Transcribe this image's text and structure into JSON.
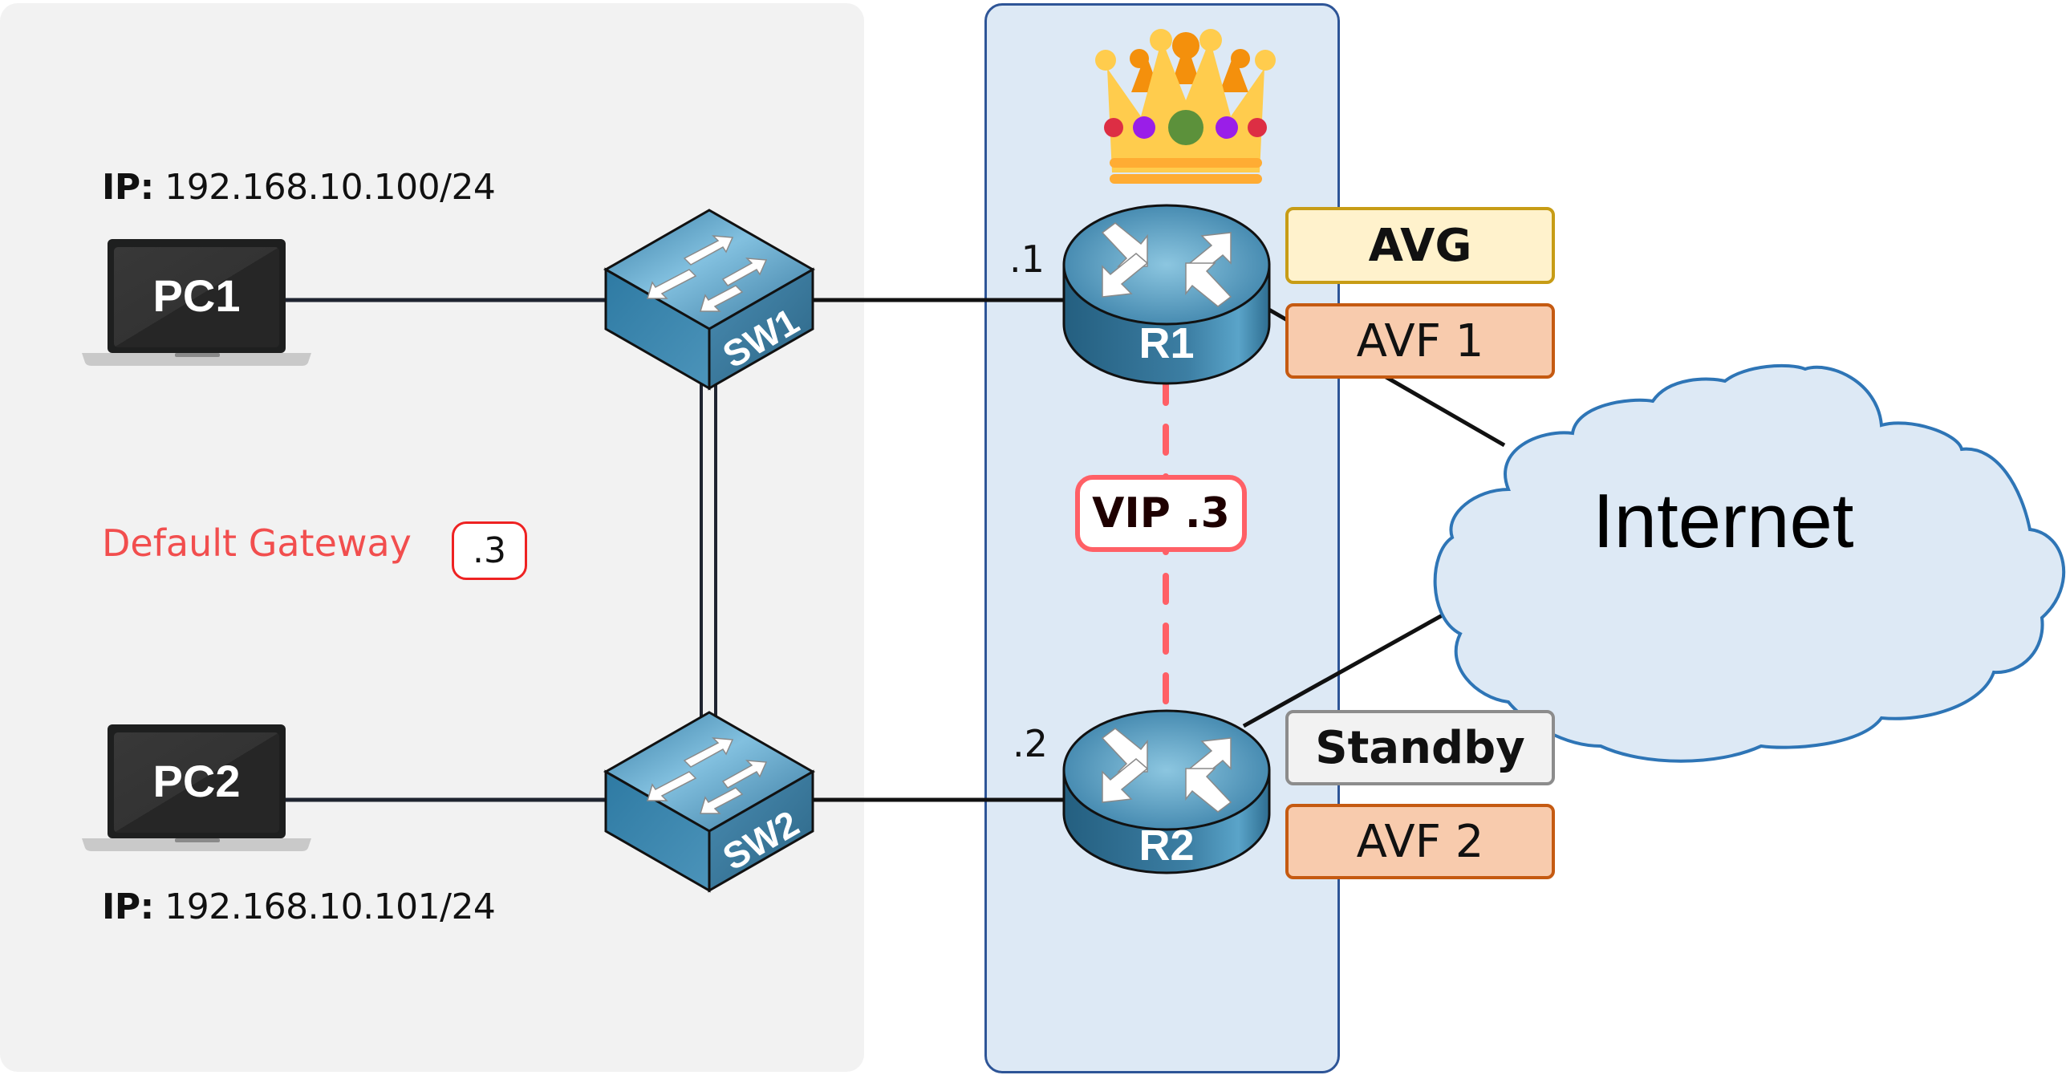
{
  "devices": {
    "pc1": {
      "label": "PC1",
      "ip_prefix": "IP:",
      "ip": "192.168.10.100/24"
    },
    "pc2": {
      "label": "PC2",
      "ip_prefix": "IP:",
      "ip": "192.168.10.101/24"
    },
    "sw1": {
      "label": "SW1"
    },
    "sw2": {
      "label": "SW2"
    },
    "r1": {
      "label": "R1",
      "interface_ip": ".1",
      "roles": [
        "AVG",
        "AVF 1"
      ]
    },
    "r2": {
      "label": "R2",
      "interface_ip": ".2",
      "roles": [
        "Standby",
        "AVF 2"
      ]
    },
    "internet": {
      "label": "Internet"
    }
  },
  "default_gateway": {
    "label": "Default Gateway",
    "value": ".3"
  },
  "vip": {
    "label": "VIP .3"
  },
  "icons": {
    "crown": "crown-icon",
    "laptop": "laptop-icon",
    "switch": "switch-icon",
    "router": "router-icon",
    "cloud": "cloud-icon"
  },
  "colors": {
    "lan_panel": "#f2f2f2",
    "router_panel": "#dde9f5",
    "router_panel_border": "#2e5597",
    "vip_accent": "#ff6066",
    "gateway_text": "#f24e4e",
    "avg_fill": "#fff2cc",
    "avf_fill": "#f8cbad",
    "standby_fill": "#f2f2f2",
    "device_blue": "#3e86ab"
  }
}
